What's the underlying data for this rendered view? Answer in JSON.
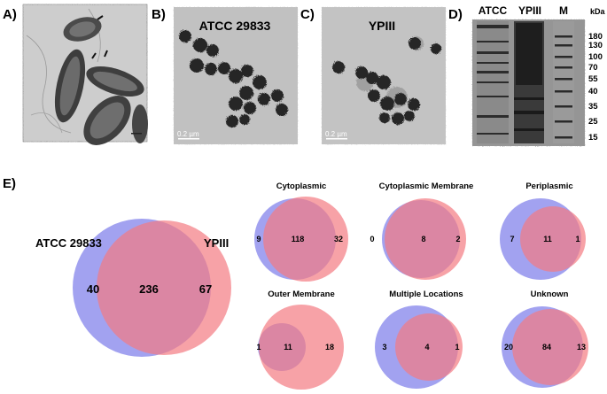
{
  "panels": {
    "A": {
      "label": "A)"
    },
    "B": {
      "label": "B)",
      "title": "ATCC 29833",
      "scale_bar": "0.2 µm"
    },
    "C": {
      "label": "C)",
      "title": "YPIII",
      "scale_bar": "0.2 µm"
    },
    "D": {
      "label": "D)",
      "lanes": [
        "ATCC",
        "YPIII",
        "M"
      ],
      "unit": "kDa",
      "markers": [
        "180",
        "130",
        "100",
        "70",
        "55",
        "40",
        "35",
        "25",
        "15"
      ]
    },
    "E": {
      "label": "E)"
    }
  },
  "colors": {
    "set1": "#7b7bea",
    "set2": "#f47a82",
    "overlap": "#b84e8c"
  },
  "chart_data": [
    {
      "type": "venn",
      "title": "",
      "sets": [
        "ATCC 29833",
        "YPIII"
      ],
      "values": {
        "only1": "40",
        "both": "236",
        "only2": "67"
      }
    },
    {
      "type": "venn",
      "title": "Cytoplasmic",
      "values": {
        "only1": "9",
        "both": "118",
        "only2": "32"
      }
    },
    {
      "type": "venn",
      "title": "Cytoplasmic Membrane",
      "values": {
        "only1": "0",
        "both": "8",
        "only2": "2"
      }
    },
    {
      "type": "venn",
      "title": "Periplasmic",
      "values": {
        "only1": "7",
        "both": "11",
        "only2": "1"
      }
    },
    {
      "type": "venn",
      "title": "Outer Membrane",
      "values": {
        "only1": "1",
        "both": "11",
        "only2": "18"
      }
    },
    {
      "type": "venn",
      "title": "Multiple Locations",
      "values": {
        "only1": "3",
        "both": "4",
        "only2": "1"
      }
    },
    {
      "type": "venn",
      "title": "Unknown",
      "values": {
        "only1": "20",
        "both": "84",
        "only2": "13"
      }
    }
  ]
}
